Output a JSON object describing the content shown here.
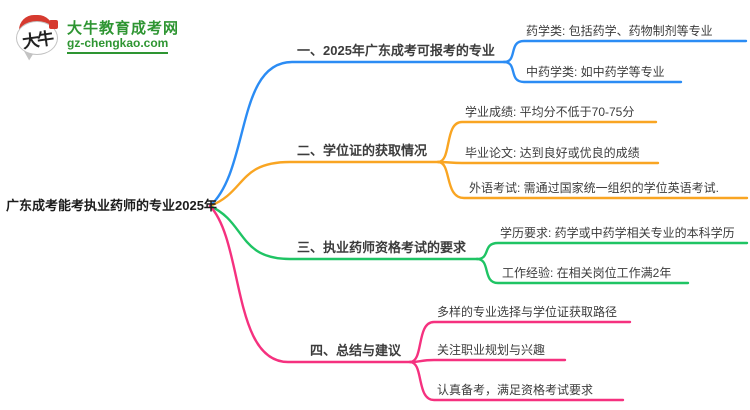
{
  "logo": {
    "icon_text": "大牛",
    "brand": "大牛教育成考网",
    "domain": "gz-chengkao.com",
    "brand_color": "#2e9532",
    "seal_color": "#d63a2f"
  },
  "mindmap": {
    "root": "广东成考能考执业药师的专业2025年",
    "branches": [
      {
        "label": "一、2025年广东成考可报考的专业",
        "color": "#2b8cf4",
        "children": [
          "药学类: 包括药学、药物制剂等专业",
          "中药学类: 如中药学等专业"
        ]
      },
      {
        "label": "二、学位证的获取情况",
        "color": "#f9a522",
        "children": [
          "学业成绩: 平均分不低于70-75分",
          "毕业论文: 达到良好或优良的成绩",
          "外语考试: 需通过国家统一组织的学位英语考试."
        ]
      },
      {
        "label": "三、执业药师资格考试的要求",
        "color": "#1fc464",
        "children": [
          "学历要求: 药学或中药学相关专业的本科学历",
          "工作经验: 在相关岗位工作满2年"
        ]
      },
      {
        "label": "四、总结与建议",
        "color": "#f5317f",
        "children": [
          "多样的专业选择与学位证获取路径",
          "关注职业规划与兴趣",
          "认真备考，满足资格考试要求"
        ]
      }
    ]
  }
}
